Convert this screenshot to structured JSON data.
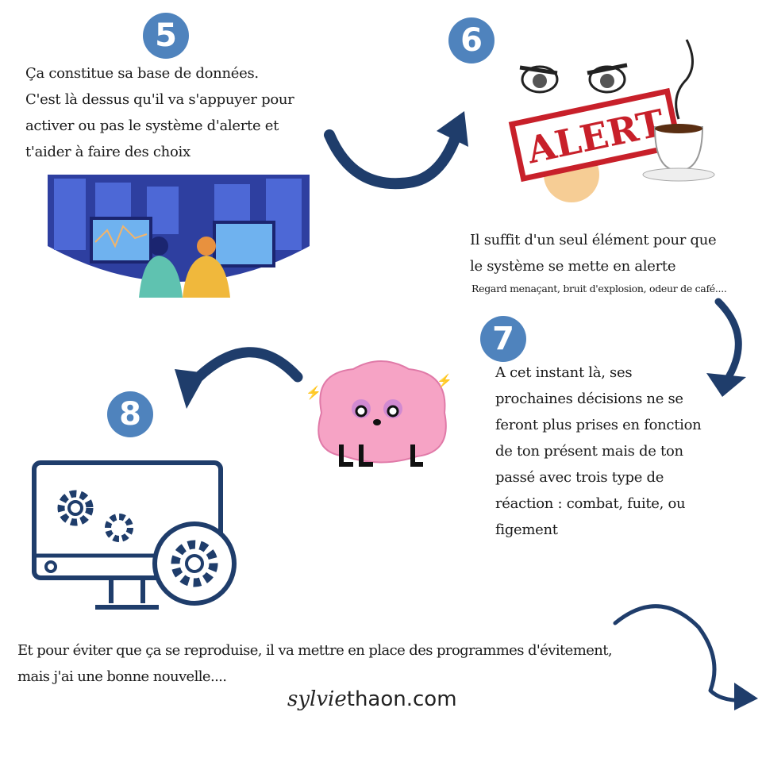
{
  "steps": [
    {
      "number": "5",
      "lines": [
        "Ça constitue sa base de données.",
        "C'est là dessus qu'il va s'appuyer pour",
        "activer ou pas le système d'alerte et",
        "t'aider à faire des choix"
      ]
    },
    {
      "number": "6",
      "lines": [
        "Il suffit d'un seul élément pour que",
        "le système se mette en alerte"
      ],
      "note": "Regard menaçant, bruit d'explosion, odeur de café....",
      "image_text": "ALERT"
    },
    {
      "number": "7",
      "lines": [
        "A cet instant là, ses",
        "prochaines décisions ne se",
        "feront plus prises en fonction",
        "de ton présent mais de ton",
        "passé avec trois type de",
        "réaction : combat, fuite, ou",
        "figement"
      ]
    },
    {
      "number": "8",
      "lines": [
        "Et pour éviter que ça se reproduise, il va mettre en place des programmes d'évitement,",
        "mais j'ai une bonne nouvelle...."
      ]
    }
  ],
  "brand": {
    "script": "sylvie",
    "rest": "thaon.com"
  },
  "colors": {
    "badge": "#4f83bd",
    "arrow": "#1f3d6b",
    "alert": "#c8202a"
  }
}
